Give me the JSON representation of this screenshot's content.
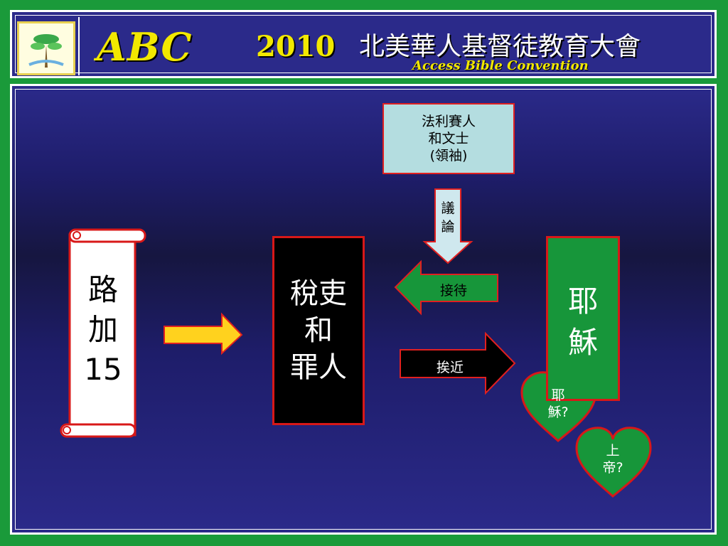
{
  "header": {
    "abc": "ABC",
    "year": "2010",
    "title_zh": "北美華人基督徒教育大會",
    "title_en": "Access Bible Convention"
  },
  "diagram": {
    "scroll_label": "路\n加\n15",
    "leaders_box": "法利賽人\n和文士\n(領袖)",
    "discuss_arrow": "議\n論",
    "sinners_box": "稅吏\n和\n罪人",
    "welcome_arrow": "接待",
    "approach_arrow": "挨近",
    "jesus_box": "耶\n穌",
    "heart_jesus": "耶\n穌?",
    "heart_god": "上\n帝?"
  },
  "colors": {
    "background_green": "#1a9a3a",
    "panel_blue": "#2b2a8a",
    "title_yellow": "#f2e800",
    "box_border_red": "#d81818",
    "jesus_green": "#17963a",
    "leaders_fill": "#b4dde0",
    "arrow_yellow": "#ffd21e"
  }
}
